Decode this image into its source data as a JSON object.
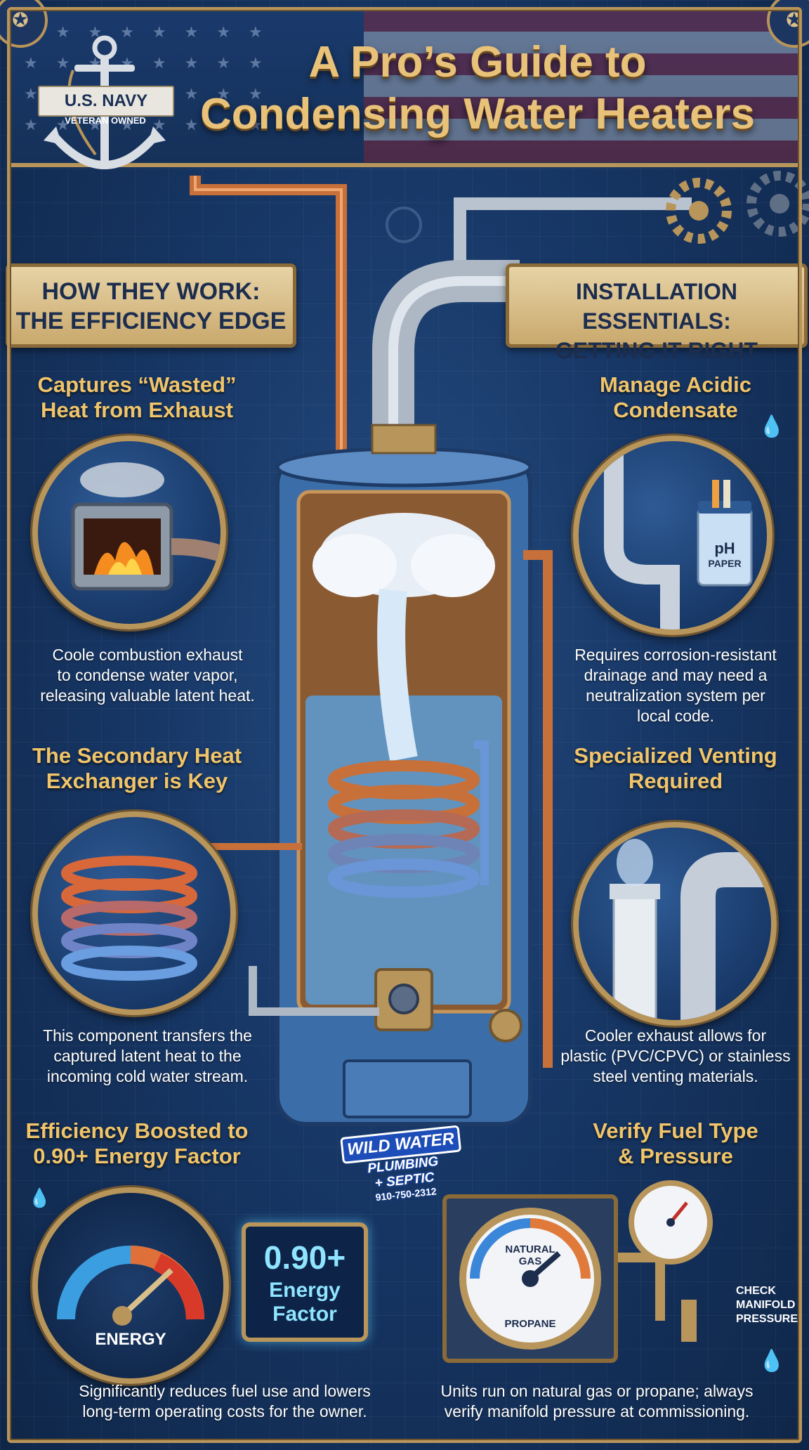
{
  "header": {
    "title_line1": "A Pro’s Guide to",
    "title_line2": "Condensing Water Heaters",
    "badge_top": "U.S. NAVY",
    "badge_bottom": "VETERAN OWNED"
  },
  "left_banner": {
    "line1": "HOW THEY WORK:",
    "line2": "THE EFFICIENCY EDGE"
  },
  "right_banner": {
    "line1": "INSTALLATION ESSENTIALS:",
    "line2": "GETTING IT RIGHT"
  },
  "left_sections": [
    {
      "title_line1": "Captures “Wasted”",
      "title_line2": "Heat from Exhaust",
      "body_line1": "Coole combustion exhaust",
      "body_line2": "to condense water vapor,",
      "body_line3": "releasing valuable latent heat."
    },
    {
      "title_line1": "The Secondary Heat",
      "title_line2": "Exchanger is Key",
      "body_line1": "This component transfers the",
      "body_line2": "captured latent heat to the",
      "body_line3": "incoming cold water stream."
    },
    {
      "title_line1": "Efficiency Boosted to",
      "title_line2": "0.90+ Energy Factor",
      "body_line1": "Significantly reduces fuel use and lowers",
      "body_line2": "long-term operating costs for the owner."
    }
  ],
  "right_sections": [
    {
      "title_line1": "Manage Acidic",
      "title_line2": "Condensate",
      "body_line1": "Requires corrosion-resistant",
      "body_line2": "drainage and may need a",
      "body_line3": "neutralization system per",
      "body_line4": "local code."
    },
    {
      "title_line1": "Specialized Venting",
      "title_line2": "Required",
      "body_line1": "Cooler exhaust allows for",
      "body_line2": "plastic (PVC/CPVC) or stainless",
      "body_line3": "steel venting materials."
    },
    {
      "title_line1": "Verify Fuel Type",
      "title_line2": "& Pressure",
      "body_line1": "Units run on natural gas or propane; always",
      "body_line2": "verify manifold pressure at commissioning."
    }
  ],
  "labels": {
    "ph_line1": "pH",
    "ph_line2": "PAPER",
    "energy_gauge": "ENERGY",
    "ef_value": "0.90+",
    "ef_label_line1": "Energy",
    "ef_label_line2": "Factor",
    "fuel_gauge_top_line1": "NATURAL",
    "fuel_gauge_top_line2": "GAS",
    "fuel_gauge_bottom": "PROPANE",
    "check_line1": "CHECK",
    "check_line2": "MANIFOLD",
    "check_line3": "PRESSURE"
  },
  "logo": {
    "line1": "WILD WATER",
    "line2": "PLUMBING",
    "line3": "+ SEPTIC",
    "phone": "910-750-2312"
  },
  "colors": {
    "background": "#173766",
    "gold": "#b8955a",
    "title_gold": "#e9c27a",
    "section_title": "#f0c46a",
    "copper": "#c8703a"
  }
}
